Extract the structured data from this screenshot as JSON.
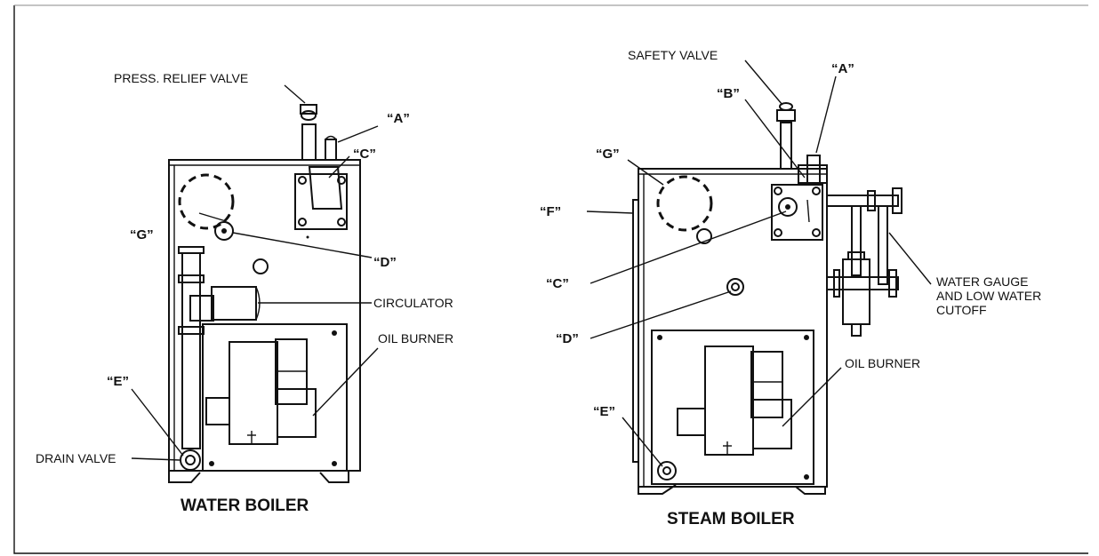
{
  "water_boiler": {
    "title": "WATER BOILER",
    "labels": {
      "press_relief_valve": "PRESS. RELIEF VALVE",
      "a": "“A”",
      "c": "“C”",
      "g": "“G”",
      "d": "“D”",
      "circulator": "CIRCULATOR",
      "oil_burner": "OIL BURNER",
      "e": "“E”",
      "drain_valve": "DRAIN VALVE"
    }
  },
  "steam_boiler": {
    "title": "STEAM BOILER",
    "labels": {
      "safety_valve": "SAFETY VALVE",
      "b": "“B”",
      "a": "“A”",
      "g": "“G”",
      "f": "“F”",
      "c": "“C”",
      "d": "“D”",
      "water_gauge_1": "WATER GAUGE",
      "water_gauge_2": "AND LOW WATER",
      "water_gauge_3": "CUTOFF",
      "oil_burner": "OIL BURNER",
      "e": "“E”"
    }
  }
}
